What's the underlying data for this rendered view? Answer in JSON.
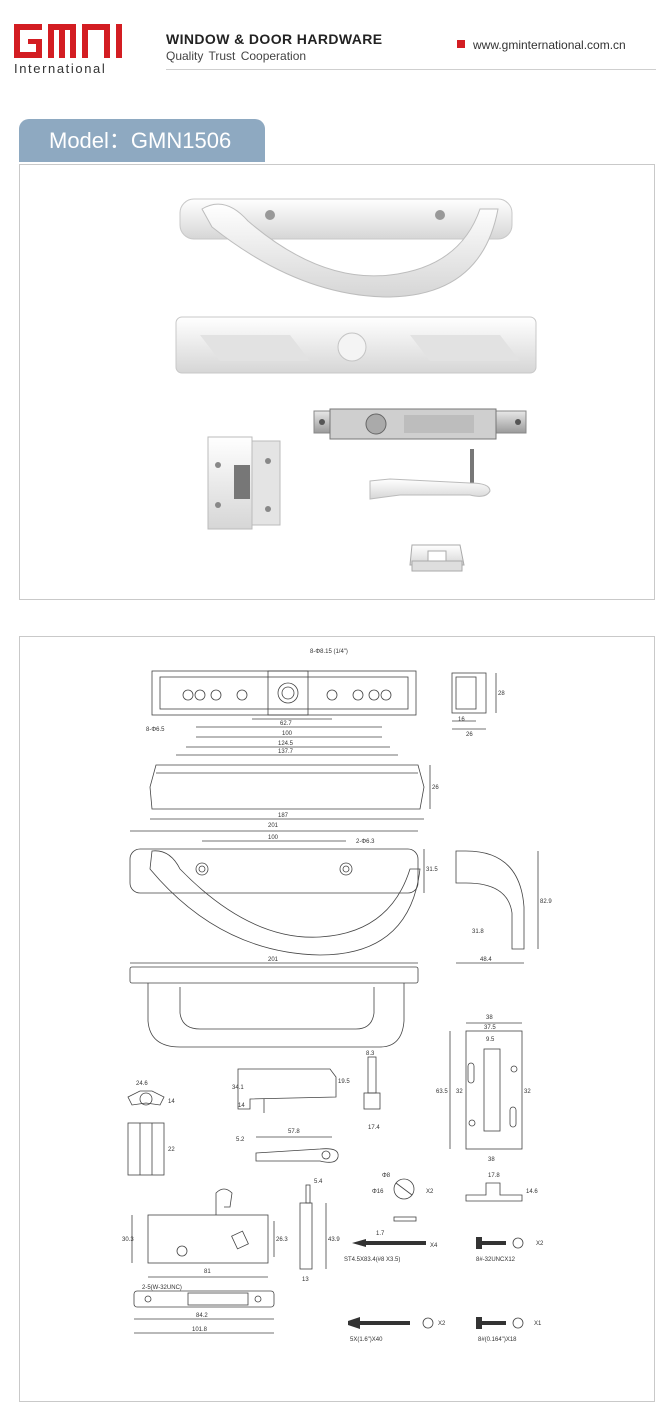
{
  "header": {
    "logo_text": "GMI",
    "logo_sub": "International",
    "title": "WINDOW & DOOR HARDWARE",
    "slogan": "Quality  Trust  Cooperation",
    "website": "www.gminternational.com.cn",
    "brand_color": "#d31d22"
  },
  "model": {
    "label": "Model：GMN1506",
    "tab_color": "#8ea9c1"
  },
  "photo_panel": {
    "items": [
      "pull handle",
      "flush handle",
      "keeper",
      "mortise latch",
      "thumb lever",
      "clip"
    ]
  },
  "drawing": {
    "dims": {
      "d1": "8-Φ8.15 (1/4\")",
      "d2": "8-Φ6.5",
      "d3": "62.7",
      "d4": "100",
      "d5": "124.5",
      "d6": "137.7",
      "d7": "28",
      "d8": "16",
      "d9": "26",
      "d10": "26",
      "d11": "187",
      "d12": "201",
      "d13": "100",
      "d14": "2-Φ6.3",
      "d15": "31.5",
      "d16": "31.8",
      "d17": "82.9",
      "d18": "48.4",
      "d19": "201",
      "d20": "8.3",
      "d21": "34.1",
      "d22": "19.5",
      "d23": "14",
      "d24": "17.4",
      "d25": "24.6",
      "d26": "14",
      "d27": "22",
      "d28": "5.2",
      "d29": "57.8",
      "d30": "38",
      "d31": "37.5",
      "d32": "9.5",
      "d33": "63.5",
      "d34": "32",
      "d35": "32",
      "d36": "38",
      "d37": "17.8",
      "d38": "14.6",
      "d39": "5.4",
      "d40": "43.9",
      "d41": "13",
      "d42": "30.3",
      "d43": "26.3",
      "d44": "81",
      "d45": "Φ8",
      "d46": "Φ16",
      "d47": "X2",
      "d48": "1.7",
      "d49": "2-5(W-32UNC)",
      "d50": "84.2",
      "d51": "101.8",
      "s1": "ST4.5X83.4(#8 X3.5)",
      "s1x": "X4",
      "s2": "8#-32UNCX12",
      "s2x": "X2",
      "s3": "5X(1.6\")X40",
      "s3x": "X2",
      "s4": "8#(0.164\")X18",
      "s4x": "X1"
    }
  }
}
